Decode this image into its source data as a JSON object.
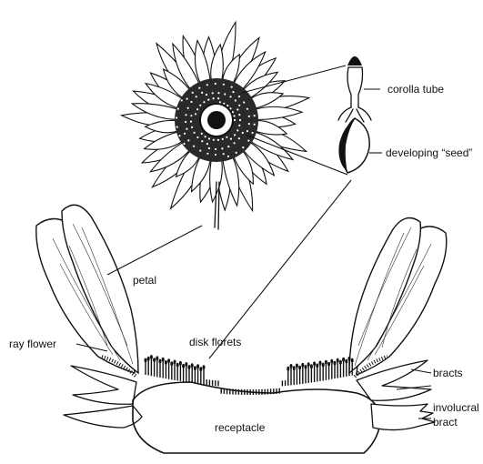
{
  "labels": {
    "corolla_tube": "corolla tube",
    "developing_seed": "developing “seed”",
    "petal": "petal",
    "ray_flower": "ray flower",
    "disk_florets": "disk florets",
    "bracts": "bracts",
    "involucral_bract_line1": "involucral",
    "involucral_bract_line2": "bract",
    "receptacle": "receptacle"
  },
  "colors": {
    "ink": "#111111",
    "background": "#ffffff"
  }
}
